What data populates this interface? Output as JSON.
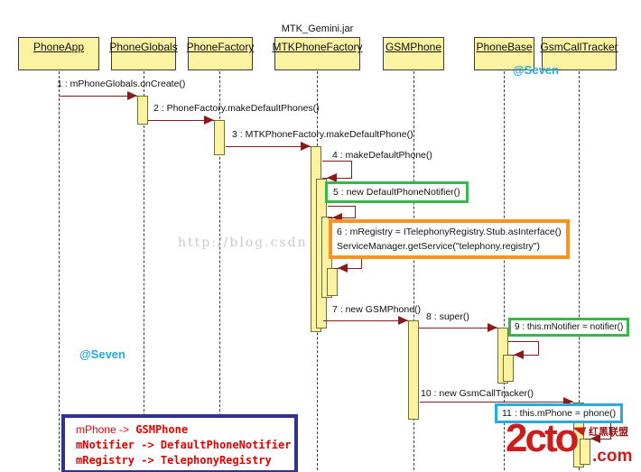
{
  "title": "MTK_Gemini.jar",
  "lifelines": [
    {
      "name": "PhoneApp"
    },
    {
      "name": "PhoneGlobals"
    },
    {
      "name": "PhoneFactory"
    },
    {
      "name": "MTKPhoneFactory"
    },
    {
      "name": "GSMPhone"
    },
    {
      "name": "PhoneBase"
    },
    {
      "name": "GsmCallTracker"
    }
  ],
  "messages": [
    {
      "id": 1,
      "label": "1 : mPhoneGlobals.onCreate()",
      "from": "PhoneApp",
      "to": "PhoneGlobals"
    },
    {
      "id": 2,
      "label": "2 : PhoneFactory.makeDefaultPhones()",
      "from": "PhoneGlobals",
      "to": "PhoneFactory"
    },
    {
      "id": 3,
      "label": "3 : MTKPhoneFactory.makeDefaultPhone()",
      "from": "PhoneFactory",
      "to": "MTKPhoneFactory"
    },
    {
      "id": 4,
      "label": "4 : makeDefaultPhone()",
      "from": "MTKPhoneFactory",
      "to": "MTKPhoneFactory"
    },
    {
      "id": 7,
      "label": "7 : new GSMPhone()",
      "from": "MTKPhoneFactory",
      "to": "GSMPhone"
    },
    {
      "id": 8,
      "label": "8 : super()",
      "from": "GSMPhone",
      "to": "PhoneBase"
    },
    {
      "id": 10,
      "label": "10 : new GsmCallTracker()",
      "from": "GSMPhone",
      "to": "GsmCallTracker"
    }
  ],
  "highlighted": [
    {
      "id": 5,
      "label": "5 : new DefaultPhoneNotifier()",
      "border_color": "#3ab54a"
    },
    {
      "id": 6,
      "line1": "6 : mRegistry = ITelephonyRegistry.Stub.asInterface()",
      "line2": "ServiceManager.getService(\"telephony.registry\")",
      "border_color": "#f8941e"
    },
    {
      "id": 9,
      "label": "9 : this.mNotifier = notifier()",
      "border_color": "#3ab54a"
    },
    {
      "id": 11,
      "label": "11 : this.mPhone = phone()",
      "border_color": "#29abe2"
    }
  ],
  "legend": {
    "line1_lhs": "mPhone ->",
    "line1_rhs": "GSMPhone",
    "line2": "mNotifier -> DefaultPhoneNotifier",
    "line3": "mRegistry -> TelephonyRegistry"
  },
  "watermarks": {
    "url_text": "http://blog.csdn",
    "handle": "@Seven"
  },
  "logo": {
    "brand": "2cto",
    "suffix": ".com",
    "cn_text": "红黑联盟"
  },
  "colors": {
    "box-fill": "#fbf3a2",
    "arrow": "#8b1a1a",
    "highlight-green": "#3ab54a",
    "highlight-orange": "#f8941e",
    "highlight-blue": "#29abe2",
    "legend-border": "#2f3193",
    "legend-text": "#e60000",
    "watermark-cyan": "#29a8dd",
    "watermark-gray": "#c9c9c9",
    "logo-red": "#cd1c1c"
  }
}
